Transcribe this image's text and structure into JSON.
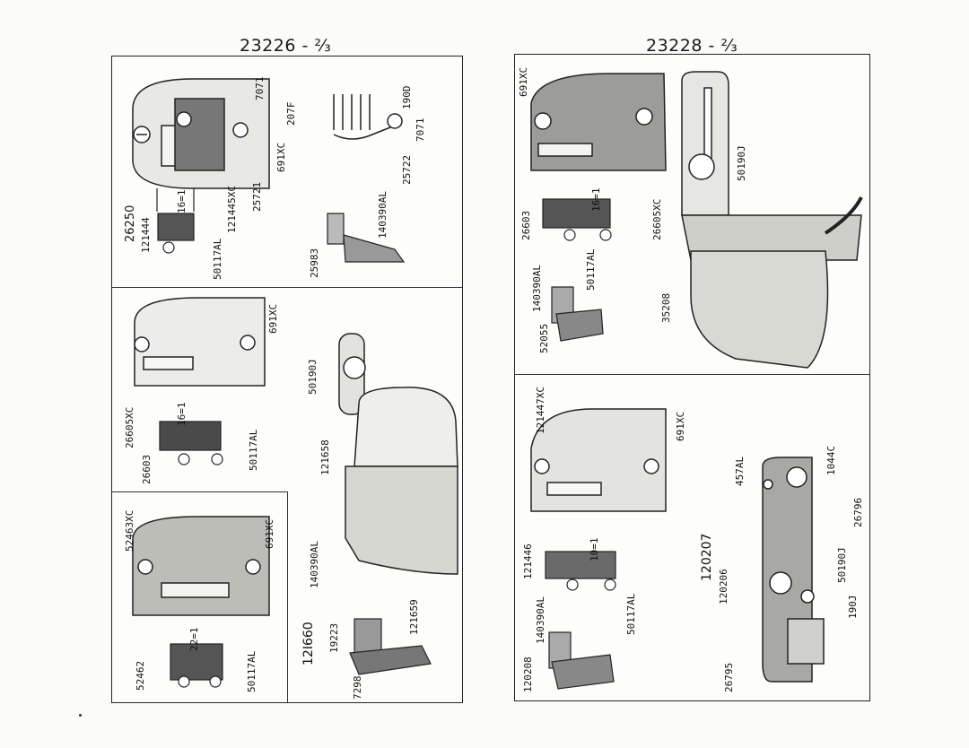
{
  "left": {
    "title": "23226 - ⅔",
    "top_panel": {
      "labels": [
        "26250",
        "121444",
        "50117AL",
        "121445XC",
        "25721",
        "691XC",
        "207F",
        "7071",
        "16=1",
        "25983",
        "140390AL",
        "25722",
        "7071",
        "190D"
      ]
    },
    "middle_panel": {
      "labels": [
        "26605XC",
        "26603",
        "50117AL",
        "16=1",
        "691XC",
        "50190J",
        "121658"
      ]
    },
    "bottom_panel": {
      "labels": [
        "52463XC",
        "52462",
        "50117AL",
        "22=1",
        "691XC",
        "12I660",
        "140390AL",
        "19223",
        "7298",
        "121659"
      ]
    }
  },
  "right": {
    "title": "23228 - ⅔",
    "top_panel": {
      "labels": [
        "691XC",
        "26603",
        "16=1",
        "50117AL",
        "26605XC",
        "140390AL",
        "52055",
        "50190J",
        "35208"
      ]
    },
    "bottom_panel": {
      "labels": [
        "121447XC",
        "121446",
        "10=1",
        "50117AL",
        "691XC",
        "120208",
        "140390AL",
        "457AL",
        "120207",
        "120206",
        "1044C",
        "26796",
        "50190J",
        "190J",
        "26795"
      ]
    }
  }
}
